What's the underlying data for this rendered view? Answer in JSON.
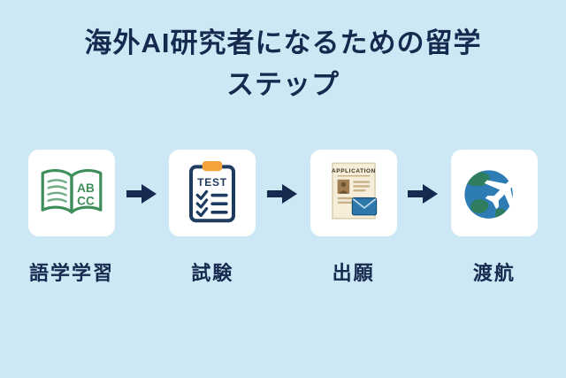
{
  "colors": {
    "background": "#cde8f5",
    "title": "#16294e",
    "label": "#16294e",
    "arrow": "#16294e",
    "book_green": "#3e8e5a",
    "clipboard_navy": "#1d3a5f",
    "clip_orange": "#f2a33c",
    "paper_cream": "#f7eed9",
    "envelope_blue": "#2e77ab",
    "globe_blue": "#2d7cb3"
  },
  "title": {
    "line1": "海外AI研究者になるための留学",
    "line2": "ステップ"
  },
  "steps": [
    {
      "label": "語学学習",
      "icon": "open-book-icon",
      "book_text_line1": "AB",
      "book_text_line2": "CC"
    },
    {
      "label": "試験",
      "icon": "clipboard-checklist-icon",
      "clipboard_title": "TEST"
    },
    {
      "label": "出願",
      "icon": "application-document-icon",
      "document_title": "APPLICATION"
    },
    {
      "label": "渡航",
      "icon": "globe-airplane-icon"
    }
  ]
}
